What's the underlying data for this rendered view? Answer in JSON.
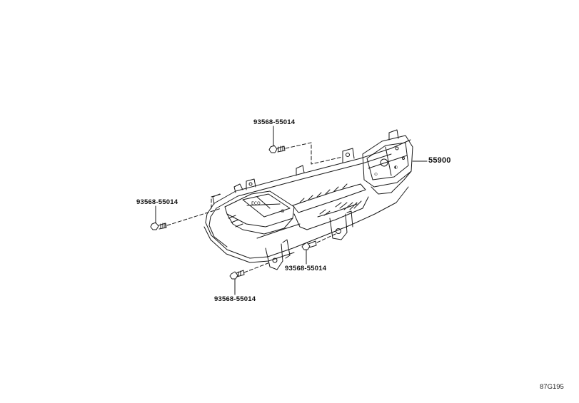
{
  "callouts": {
    "top_bolt": "93568-55014",
    "left_bolt": "93568-55014",
    "mid_bolt": "93568-55014",
    "bottom_bolt": "93568-55014",
    "assembly": "55900"
  },
  "figure_id": "87G195",
  "colors": {
    "line": "#1a1a1a",
    "background": "#ffffff"
  }
}
